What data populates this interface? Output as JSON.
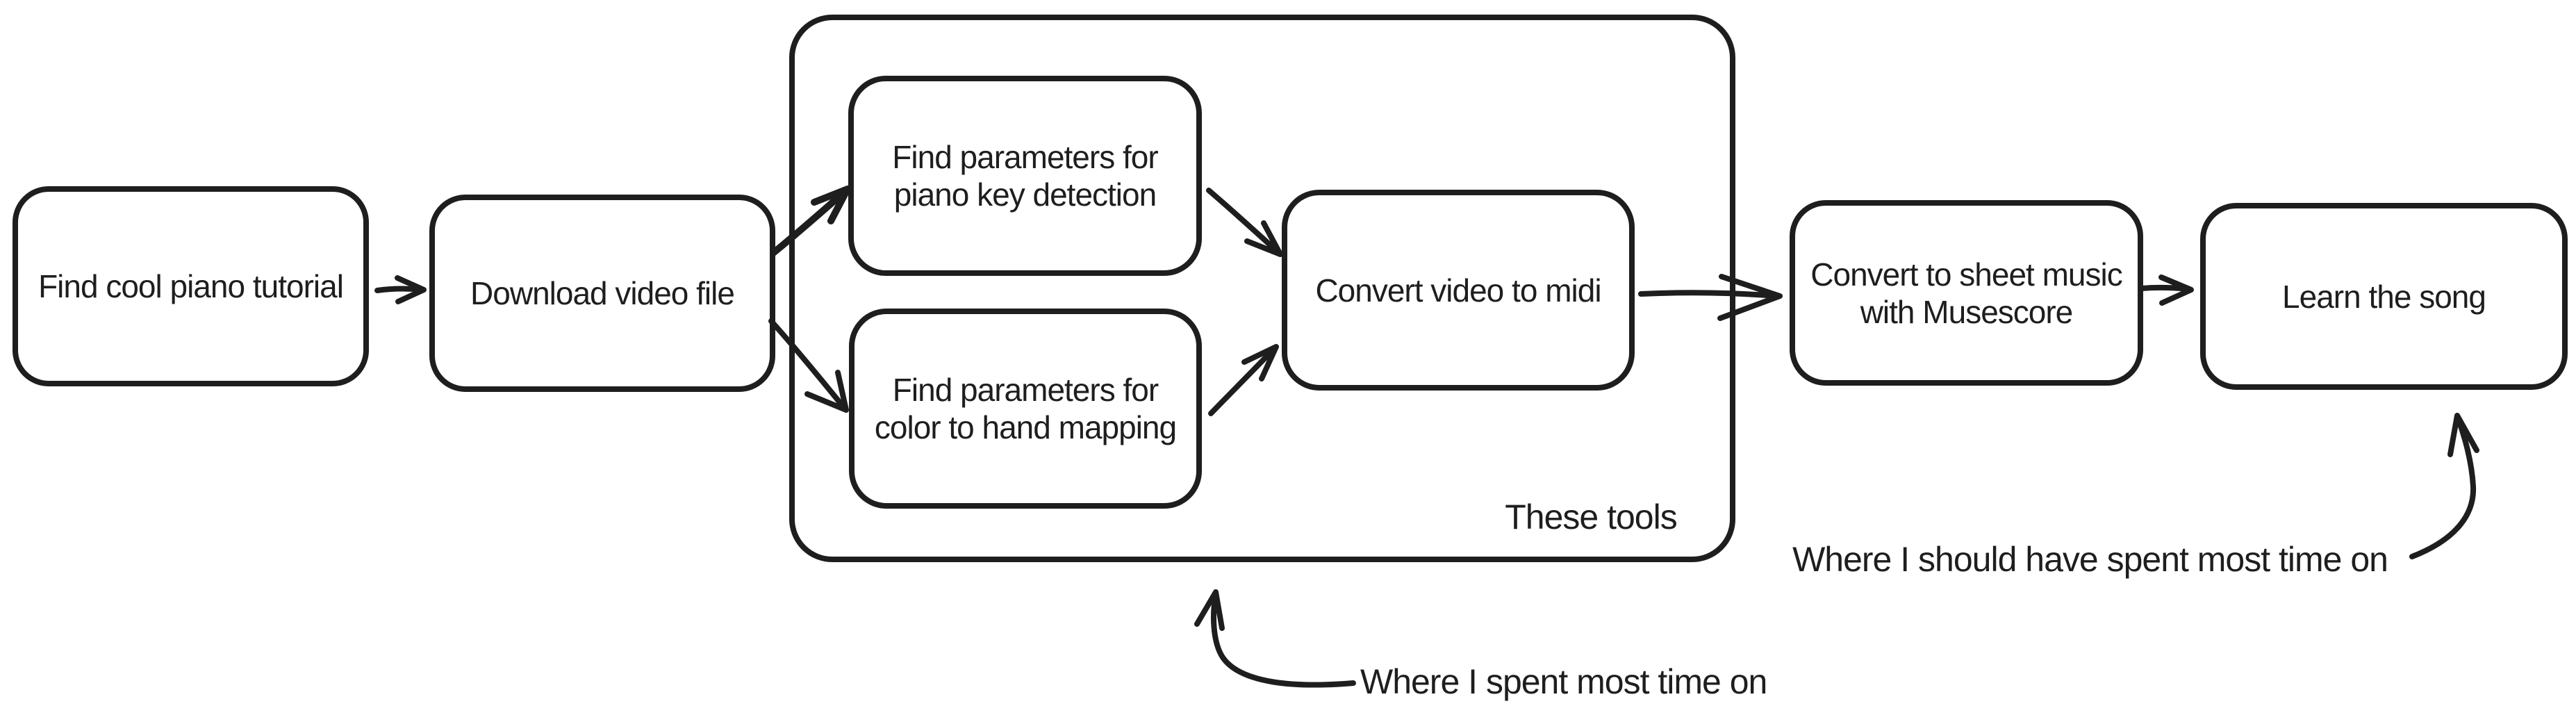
{
  "canvas": {
    "background": "#ffffff",
    "stroke_color": "#1e1e1e",
    "nodes": [
      {
        "id": "find-tutorial",
        "label": "Find cool piano tutorial"
      },
      {
        "id": "download-video",
        "label": "Download video file"
      },
      {
        "id": "params-piano-key",
        "label": "Find parameters for\npiano key detection"
      },
      {
        "id": "params-color-hand",
        "label": "Find parameters for\ncolor to hand mapping"
      },
      {
        "id": "convert-midi",
        "label": "Convert video to midi"
      },
      {
        "id": "convert-sheet",
        "label": "Convert to sheet music\nwith Musescore"
      },
      {
        "id": "learn-song",
        "label": "Learn the song"
      }
    ],
    "group": {
      "label": "These tools"
    },
    "annotations": {
      "spent": "Where I spent most time on",
      "should": "Where I should have spent most time on"
    }
  }
}
